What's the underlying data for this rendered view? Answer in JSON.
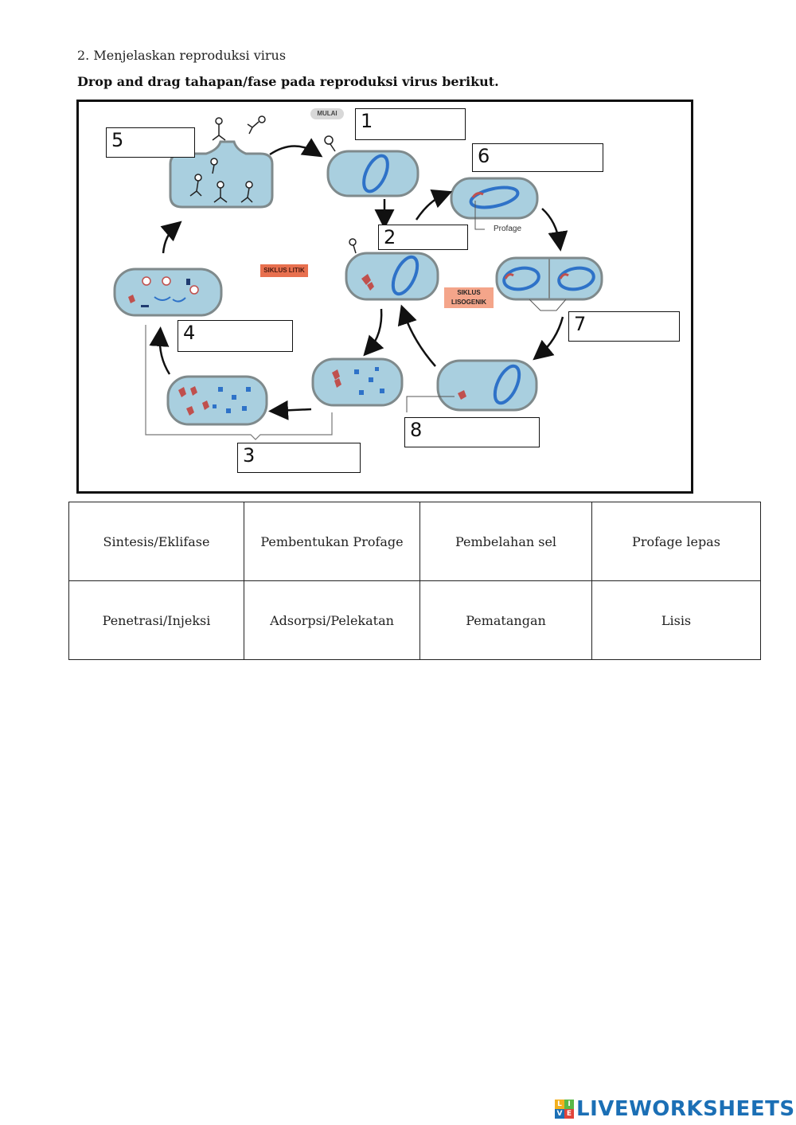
{
  "question": "2. Menjelaskan reproduksi virus",
  "instruction": "Drop and drag tahapan/fase pada reproduksi virus berikut.",
  "diagram": {
    "start_tag": "MULAI",
    "lytic_label": "SIKLUS LITIK",
    "lysogenic_label_line1": "SIKLUS",
    "lysogenic_label_line2": "LISOGENIK",
    "prophage_label": "Profage",
    "drop_boxes": [
      {
        "number": "1"
      },
      {
        "number": "2"
      },
      {
        "number": "3"
      },
      {
        "number": "4"
      },
      {
        "number": "5"
      },
      {
        "number": "6"
      },
      {
        "number": "7"
      },
      {
        "number": "8"
      }
    ],
    "colors": {
      "cell_fill": "#a9cfdf",
      "cell_border": "#7f8a8c",
      "dna": "#2e72c8",
      "viral_dna": "#c0504d",
      "lytic_tag": "#e8704f",
      "lysogenic_tag": "#f4a58a"
    }
  },
  "choices": {
    "rows": [
      [
        "Sintesis/Eklifase",
        "Pembentukan Profage",
        "Pembelahan sel",
        "Profage lepas"
      ],
      [
        "Penetrasi/Injeksi",
        "Adsorpsi/Pelekatan",
        "Pematangan",
        "Lisis"
      ]
    ]
  },
  "brand": {
    "name": "LIVEWORKSHEETS",
    "mark_letters": [
      "L",
      "I",
      "V",
      "E"
    ]
  }
}
